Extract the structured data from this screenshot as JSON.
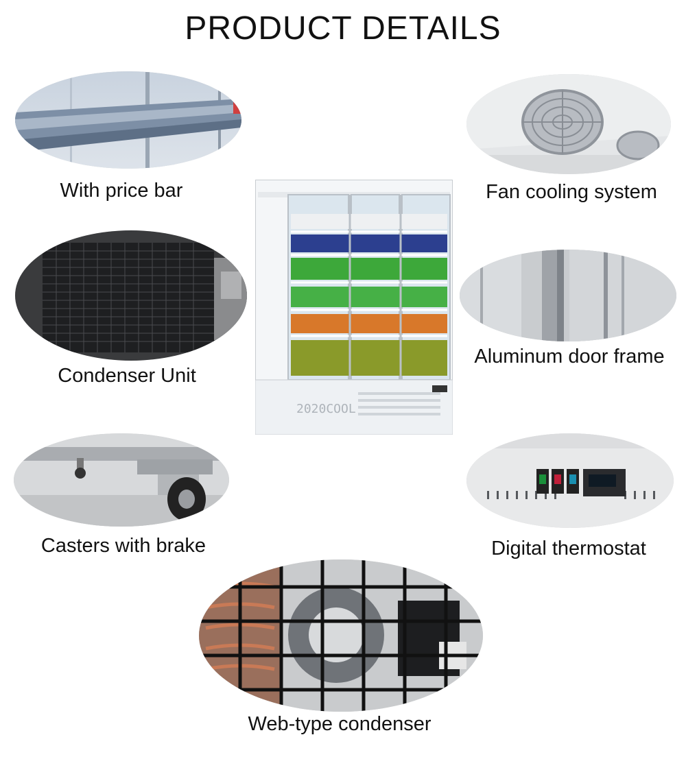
{
  "page": {
    "title": "PRODUCT DETAILS"
  },
  "features": [
    {
      "label": "With price bar",
      "icon": "price-bar-photo"
    },
    {
      "label": "Fan cooling system",
      "icon": "fan-photo"
    },
    {
      "label": "Condenser Unit",
      "icon": "condenser-unit-photo"
    },
    {
      "label": "Aluminum door frame",
      "icon": "door-frame-photo"
    },
    {
      "label": "Casters with brake",
      "icon": "caster-photo"
    },
    {
      "label": "Digital thermostat",
      "icon": "thermostat-photo"
    },
    {
      "label": "Web-type condenser",
      "icon": "web-condenser-photo"
    }
  ],
  "fridge": {
    "brand": "2020COOL",
    "icon": "three-door-fridge"
  }
}
